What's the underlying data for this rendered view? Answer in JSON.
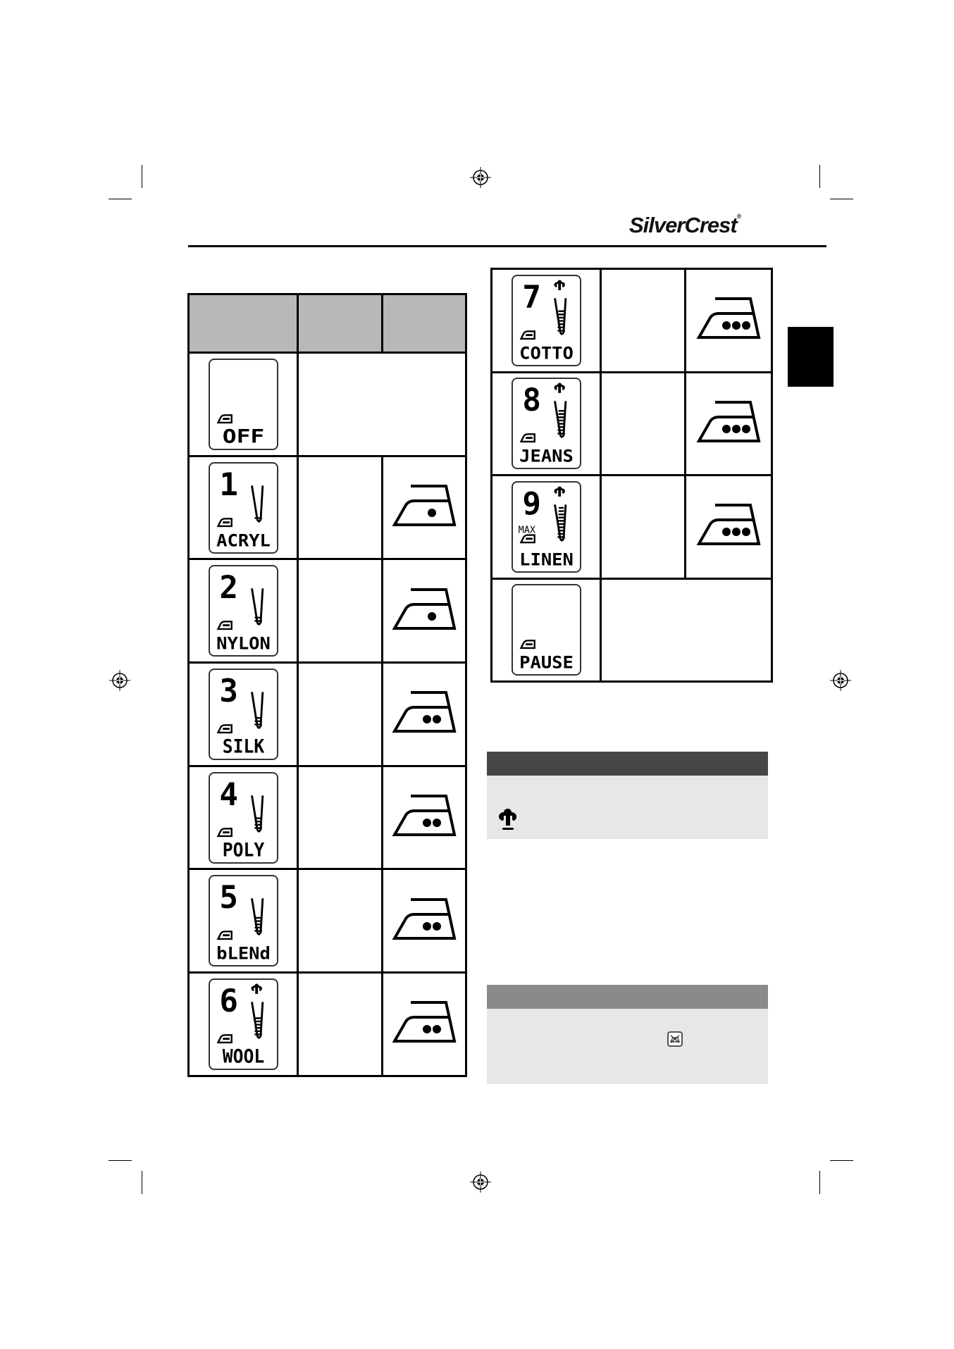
{
  "brand": {
    "name": "SilverCrest",
    "registered": "®"
  },
  "left_table": {
    "rows": [
      {
        "label": "OFF",
        "digit": "",
        "dots": 0,
        "steam": false,
        "max": false,
        "level": 0
      },
      {
        "label": "ACRYL",
        "digit": "1",
        "dots": 1,
        "steam": false,
        "max": false,
        "level": 0.1
      },
      {
        "label": "NYLON",
        "digit": "2",
        "dots": 1,
        "steam": false,
        "max": false,
        "level": 0.2
      },
      {
        "label": "SILK",
        "digit": "3",
        "dots": 2,
        "steam": false,
        "max": false,
        "level": 0.3
      },
      {
        "label": "POLY",
        "digit": "4",
        "dots": 2,
        "steam": false,
        "max": false,
        "level": 0.4
      },
      {
        "label": "bLENd",
        "digit": "5",
        "dots": 2,
        "steam": false,
        "max": false,
        "level": 0.5
      },
      {
        "label": "WOOL",
        "digit": "6",
        "dots": 2,
        "steam": true,
        "max": false,
        "level": 0.6
      }
    ]
  },
  "right_table": {
    "rows": [
      {
        "label": "COTTO",
        "digit": "7",
        "dots": 3,
        "steam": true,
        "max": false,
        "level": 0.7
      },
      {
        "label": "JEANS",
        "digit": "8",
        "dots": 3,
        "steam": true,
        "max": false,
        "level": 0.8
      },
      {
        "label": "LINEN",
        "digit": "9",
        "dots": 3,
        "steam": true,
        "max": true,
        "max_label": "MAX",
        "level": 1
      },
      {
        "label": "PAUSE",
        "digit": "",
        "dots": 0,
        "steam": false,
        "max": false,
        "level": 0
      }
    ]
  },
  "colors": {
    "header_gray": "#b8b8b8",
    "note_dark": "#464646",
    "note_gray": "#8a8a8a",
    "note_body": "#e7e7e7"
  }
}
